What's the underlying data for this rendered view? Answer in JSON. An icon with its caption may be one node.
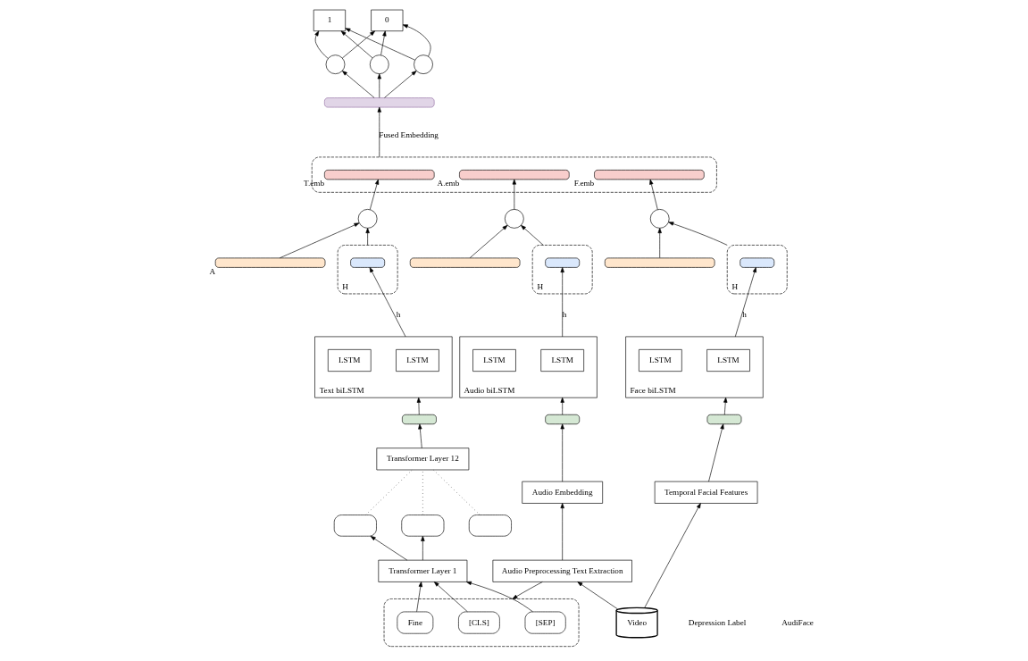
{
  "diagram": {
    "nodes": [
      {
        "text": [],
        "shape": "box"
      },
      {
        "text": [],
        "shape": "bar",
        "in": 0,
        "beside": [
          "T.emb"
        ]
      },
      {
        "text": [],
        "shape": "bar",
        "in": 0,
        "beside": [
          "A.emb"
        ]
      },
      {
        "text": [],
        "shape": "bar",
        "in": 0,
        "beside": [
          "F.emb"
        ]
      },
      {
        "text": [],
        "shape": "bar",
        "beside": [
          "A"
        ]
      },
      {
        "text": [],
        "shape": "circle"
      },
      {
        "text": [],
        "shape": "bar"
      },
      {
        "text": [],
        "shape": "circle"
      },
      {
        "text": [],
        "shape": "bar"
      },
      {
        "text": [],
        "shape": "circle"
      },
      {
        "text": [
          "H"
        ]
      },
      {
        "text": [],
        "shape": "bar",
        "in": 10
      },
      {
        "text": [
          "H"
        ]
      },
      {
        "text": [],
        "shape": "bar",
        "in": 12
      },
      {
        "text": [
          "H"
        ]
      },
      {
        "text": [],
        "shape": "bar",
        "in": 14
      },
      {
        "text": [
          "Text biLSTM"
        ]
      },
      {
        "text": [
          "LSTM"
        ],
        "in": 16
      },
      {
        "text": [
          "LSTM"
        ],
        "in": 16
      },
      {
        "text": [
          "Audio biLSTM"
        ]
      },
      {
        "text": [
          "LSTM"
        ],
        "in": 19
      },
      {
        "text": [
          "LSTM"
        ],
        "in": 19
      },
      {
        "text": [
          "Face biLSTM"
        ]
      },
      {
        "text": [
          "LSTM"
        ],
        "in": 22
      },
      {
        "text": [
          "LSTM"
        ],
        "in": 22
      },
      {
        "text": [],
        "shape": "bar"
      },
      {
        "text": [],
        "shape": "bar"
      },
      {
        "text": [],
        "shape": "bar"
      },
      {
        "text": [
          "Transformer Layer 12"
        ]
      },
      {
        "text": [],
        "shape": "box"
      },
      {
        "text": [],
        "shape": "box"
      },
      {
        "text": [],
        "shape": "box"
      },
      {
        "text": [
          "Transformer Layer 1"
        ]
      },
      {
        "text": [],
        "shape": "box"
      },
      {
        "text": [
          "[CLS]"
        ],
        "in": 33
      },
      {
        "text": [
          "Fine"
        ],
        "in": 33
      },
      {
        "text": [
          "[SEP]"
        ],
        "in": 33
      },
      {
        "text": [
          "Audio Embedding"
        ]
      },
      {
        "text": [
          "Temporal Facial Features"
        ]
      },
      {
        "text": [
          "Audio Preprocessing Text Extraction"
        ]
      },
      {
        "text": [
          "Video"
        ]
      },
      {
        "text": [],
        "shape": "bar"
      },
      {
        "text": [],
        "shape": "circle"
      },
      {
        "text": [],
        "shape": "circle"
      },
      {
        "text": [],
        "shape": "circle"
      },
      {
        "text": [
          "0"
        ]
      },
      {
        "text": [
          "1"
        ]
      }
    ],
    "edges": [
      {
        "from": 4,
        "to": 5,
        "arrow": "to"
      },
      {
        "from": 10,
        "to": 5,
        "arrow": "to"
      },
      {
        "from": 5,
        "to": 1,
        "arrow": "to"
      },
      {
        "from": 6,
        "to": 7,
        "arrow": "to"
      },
      {
        "from": 12,
        "to": 7,
        "arrow": "to"
      },
      {
        "from": 7,
        "to": 2,
        "arrow": "to"
      },
      {
        "from": 8,
        "to": 9,
        "arrow": "to"
      },
      {
        "from": 14,
        "to": 9,
        "arrow": "to"
      },
      {
        "from": 9,
        "to": 3,
        "arrow": "to"
      },
      {
        "from": 16,
        "to": 11,
        "arrow": "to",
        "label": "h"
      },
      {
        "from": 19,
        "to": 13,
        "arrow": "to",
        "label": "h"
      },
      {
        "from": 22,
        "to": 15,
        "arrow": "to",
        "label": "h"
      },
      {
        "from": 25,
        "to": 16,
        "arrow": "to"
      },
      {
        "from": 26,
        "to": 19,
        "arrow": "to"
      },
      {
        "from": 27,
        "to": 22,
        "arrow": "to"
      },
      {
        "from": 28,
        "to": 25,
        "arrow": "to"
      },
      {
        "from": 37,
        "to": 26,
        "arrow": "to"
      },
      {
        "from": 38,
        "to": 27,
        "arrow": "to"
      },
      {
        "from": 29,
        "to": 28,
        "arrow": "none",
        "style": "dashed"
      },
      {
        "from": 30,
        "to": 28,
        "arrow": "none",
        "style": "dashed"
      },
      {
        "from": 31,
        "to": 28,
        "arrow": "none",
        "style": "dashed"
      },
      {
        "from": 32,
        "to": 29,
        "arrow": "to"
      },
      {
        "from": 32,
        "to": 30,
        "arrow": "to"
      },
      {
        "from": 34,
        "to": 32,
        "arrow": "to"
      },
      {
        "from": 35,
        "to": 32,
        "arrow": "to"
      },
      {
        "from": 36,
        "to": 32,
        "arrow": "to"
      },
      {
        "from": 39,
        "to": 33,
        "arrow": "to"
      },
      {
        "from": 39,
        "to": 37,
        "arrow": "to"
      },
      {
        "from": 40,
        "to": 39,
        "arrow": "to"
      },
      {
        "from": 40,
        "to": 38,
        "arrow": "to"
      },
      {
        "from": 0,
        "to": 41,
        "arrow": "to",
        "label": "Fused Embedding"
      },
      {
        "from": 41,
        "to": 42,
        "arrow": "to"
      },
      {
        "from": 41,
        "to": 43,
        "arrow": "to"
      },
      {
        "from": 41,
        "to": 44,
        "arrow": "to"
      },
      {
        "from": 42,
        "to": 45,
        "arrow": "to"
      },
      {
        "from": 42,
        "to": 46,
        "arrow": "to"
      },
      {
        "from": 43,
        "to": 45,
        "arrow": "to"
      },
      {
        "from": 43,
        "to": 46,
        "arrow": "to"
      },
      {
        "from": 44,
        "to": 45,
        "arrow": "to"
      },
      {
        "from": 44,
        "to": 46,
        "arrow": "to"
      }
    ],
    "labels": [
      "Depression Label",
      "AudiFace"
    ]
  }
}
